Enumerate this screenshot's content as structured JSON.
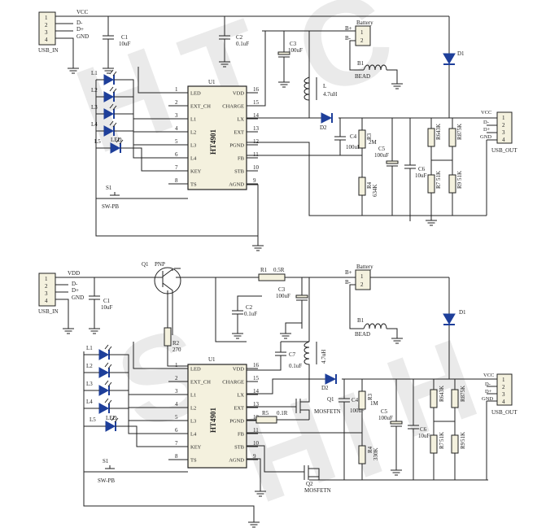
{
  "top": {
    "usb_in": {
      "pins": [
        "1",
        "2",
        "3",
        "4"
      ],
      "sigs": [
        "VCC",
        "D-",
        "D+",
        "GND"
      ],
      "label": "USB_IN"
    },
    "c1": {
      "ref": "C1",
      "val": "10uF"
    },
    "c2": {
      "ref": "C2",
      "val": "0.1uF"
    },
    "c3": {
      "ref": "C3",
      "val": "100uF"
    },
    "battery": {
      "label": "Battery",
      "bplus": "B+",
      "bminus": "B-",
      "pins": [
        "1",
        "2"
      ]
    },
    "bead": {
      "ref": "B1",
      "val": "BEAD"
    },
    "inductor": {
      "ref": "L",
      "val": "4.7uH"
    },
    "d1": "D1",
    "d2": "D2",
    "chip": {
      "ref": "U1",
      "name": "HT4901",
      "left_pins": [
        {
          "num": "1",
          "name": "LED"
        },
        {
          "num": "2",
          "name": "EXT_CH"
        },
        {
          "num": "3",
          "name": "L1"
        },
        {
          "num": "4",
          "name": "L2"
        },
        {
          "num": "5",
          "name": "L3"
        },
        {
          "num": "6",
          "name": "L4"
        },
        {
          "num": "7",
          "name": "KEY"
        },
        {
          "num": "8",
          "name": "TS"
        }
      ],
      "right_pins": [
        {
          "num": "16",
          "name": "VDD"
        },
        {
          "num": "15",
          "name": "CHARGE"
        },
        {
          "num": "14",
          "name": "LX"
        },
        {
          "num": "13",
          "name": "EXT"
        },
        {
          "num": "12",
          "name": "PGND"
        },
        {
          "num": "11",
          "name": "FB"
        },
        {
          "num": "10",
          "name": "STB"
        },
        {
          "num": "9",
          "name": "AGND"
        }
      ]
    },
    "leds": [
      "L1",
      "L2",
      "L3",
      "L4",
      "L5"
    ],
    "led_label": "LED",
    "sw": {
      "ref": "S1",
      "val": "SW-PB"
    },
    "c4": {
      "ref": "C4",
      "val": "100uF"
    },
    "r3": {
      "ref": "R3",
      "val": "2M"
    },
    "r4": {
      "ref": "R4",
      "val": "634K"
    },
    "c5": {
      "ref": "C5",
      "val": "100uF"
    },
    "c6": {
      "ref": "C6",
      "val": "10uF"
    },
    "r6": {
      "ref": "R6",
      "val": "43K"
    },
    "r7": {
      "ref": "R7",
      "val": "51K"
    },
    "r8": {
      "ref": "R8",
      "val": "75K"
    },
    "r9": {
      "ref": "R9",
      "val": "51K"
    },
    "usb_out": {
      "pins": [
        "1",
        "2",
        "3",
        "4"
      ],
      "sigs": [
        "VCC",
        "D-",
        "D+",
        "GND"
      ],
      "label": "USB_OUT"
    }
  },
  "bottom": {
    "usb_in": {
      "pins": [
        "1",
        "2",
        "3",
        "4"
      ],
      "sigs": [
        "VDD",
        "D-",
        "D+",
        "GND"
      ],
      "label": "USB_IN"
    },
    "c1": {
      "ref": "C1",
      "val": "10uF"
    },
    "q1": {
      "ref": "Q1",
      "type": "PNP"
    },
    "r1": {
      "ref": "R1",
      "val": "0.5R"
    },
    "c3": {
      "ref": "C3",
      "val": "100uF"
    },
    "battery": {
      "label": "Battery",
      "bplus": "B+",
      "bminus": "B-",
      "pins": [
        "1",
        "2"
      ]
    },
    "bead": {
      "ref": "B1",
      "val": "BEAD"
    },
    "c2": {
      "ref": "C2",
      "val": "0.1uF"
    },
    "r2": {
      "ref": "R2",
      "val": "270"
    },
    "c7": {
      "ref": "C7",
      "val": "0.1uF"
    },
    "inductor": {
      "val": "4.7uH"
    },
    "d1": "D1",
    "d2": "D2",
    "chip": {
      "ref": "U1",
      "name": "HT4901",
      "left_pins": [
        {
          "num": "1",
          "name": "LED"
        },
        {
          "num": "2",
          "name": "EXT_CH"
        },
        {
          "num": "3",
          "name": "L1"
        },
        {
          "num": "4",
          "name": "L2"
        },
        {
          "num": "5",
          "name": "L3"
        },
        {
          "num": "6",
          "name": "L4"
        },
        {
          "num": "7",
          "name": "KEY"
        },
        {
          "num": "8",
          "name": "TS"
        }
      ],
      "right_pins": [
        {
          "num": "16",
          "name": "VDD"
        },
        {
          "num": "15",
          "name": "CHARGE"
        },
        {
          "num": "14",
          "name": "LX"
        },
        {
          "num": "13",
          "name": "EXT"
        },
        {
          "num": "12",
          "name": "PGND"
        },
        {
          "num": "11",
          "name": "FB"
        },
        {
          "num": "10",
          "name": "STB"
        },
        {
          "num": "9",
          "name": "AGND"
        }
      ]
    },
    "leds": [
      "L1",
      "L2",
      "L3",
      "L4",
      "L5"
    ],
    "led_label": "LED",
    "sw": {
      "ref": "S1",
      "val": "SW-PB"
    },
    "mos_q1": {
      "ref": "Q1",
      "val": "MOSFETN"
    },
    "mos_q2": {
      "ref": "Q2",
      "val": "MOSFETN"
    },
    "r5": {
      "ref": "R5",
      "val": "0.1R"
    },
    "c4": {
      "ref": "C4",
      "val": "100uF"
    },
    "r3": {
      "ref": "R3",
      "val": "1M"
    },
    "r4": {
      "ref": "R4",
      "val": "330K"
    },
    "c5": {
      "ref": "C5",
      "val": "100uF"
    },
    "c6": {
      "ref": "C6",
      "val": "10uF"
    },
    "r6": {
      "ref": "R6",
      "val": "43K"
    },
    "r7": {
      "ref": "R7",
      "val": "51K"
    },
    "r8": {
      "ref": "R8",
      "val": "75K"
    },
    "r9": {
      "ref": "R9",
      "val": "51K"
    },
    "usb_out": {
      "pins": [
        "1",
        "2",
        "3",
        "4"
      ],
      "sigs": [
        "VCC",
        "D-",
        "D+",
        "GND"
      ],
      "label": "USB_OUT"
    }
  },
  "colors": {
    "wire": "#222222",
    "diode": "#1e3f9a",
    "body": "#f4f1de",
    "watermark": "#c9c9c9"
  },
  "watermark": [
    "H",
    "T",
    "C",
    "S",
    "H",
    "I",
    "H"
  ]
}
